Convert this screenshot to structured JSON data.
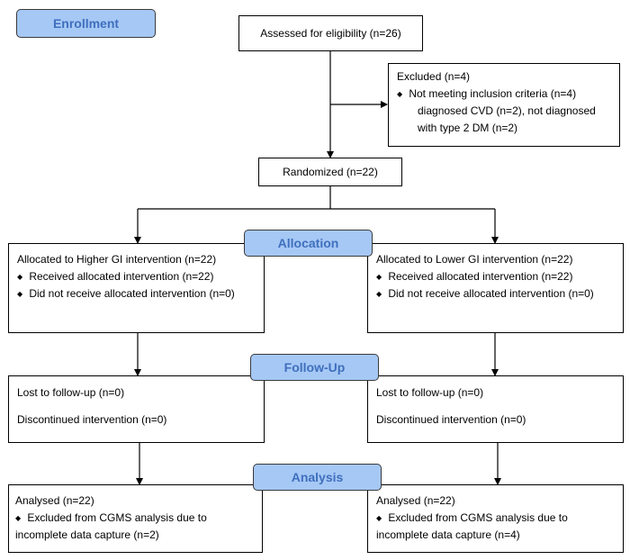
{
  "stages": {
    "enrollment": "Enrollment",
    "allocation": "Allocation",
    "follow_up": "Follow-Up",
    "analysis": "Analysis"
  },
  "assessed": "Assessed for eligibility (n=26)",
  "excluded": {
    "title": "Excluded (n=4)",
    "line1": "Not meeting inclusion criteria (n=4)",
    "line2": "diagnosed CVD (n=2), not diagnosed",
    "line3": "with type 2 DM (n=2)"
  },
  "randomized": "Randomized (n=22)",
  "allocation": {
    "left": {
      "title": "Allocated to Higher GI intervention (n=22)",
      "received": "Received allocated intervention (n=22)",
      "not_received": "Did not receive allocated intervention (n=0)"
    },
    "right": {
      "title": "Allocated to Lower GI intervention (n=22)",
      "received": "Received allocated intervention (n=22)",
      "not_received": "Did not receive allocated intervention (n=0)"
    }
  },
  "follow_up": {
    "left": {
      "lost": "Lost to follow-up (n=0)",
      "discontinued": "Discontinued intervention (n=0)"
    },
    "right": {
      "lost": "Lost to follow-up (n=0)",
      "discontinued": "Discontinued intervention (n=0)"
    }
  },
  "analysis": {
    "left": {
      "title": "Analysed (n=22)",
      "excluded_1": "Excluded from CGMS analysis due to",
      "excluded_2": "incomplete data capture (n=2)"
    },
    "right": {
      "title": "Analysed (n=22)",
      "excluded_1": "Excluded from CGMS analysis due to",
      "excluded_2": "incomplete data capture (n=4)"
    }
  },
  "colors": {
    "stage_fill": "#a6c8f5",
    "stage_text": "#3f6fbd"
  }
}
